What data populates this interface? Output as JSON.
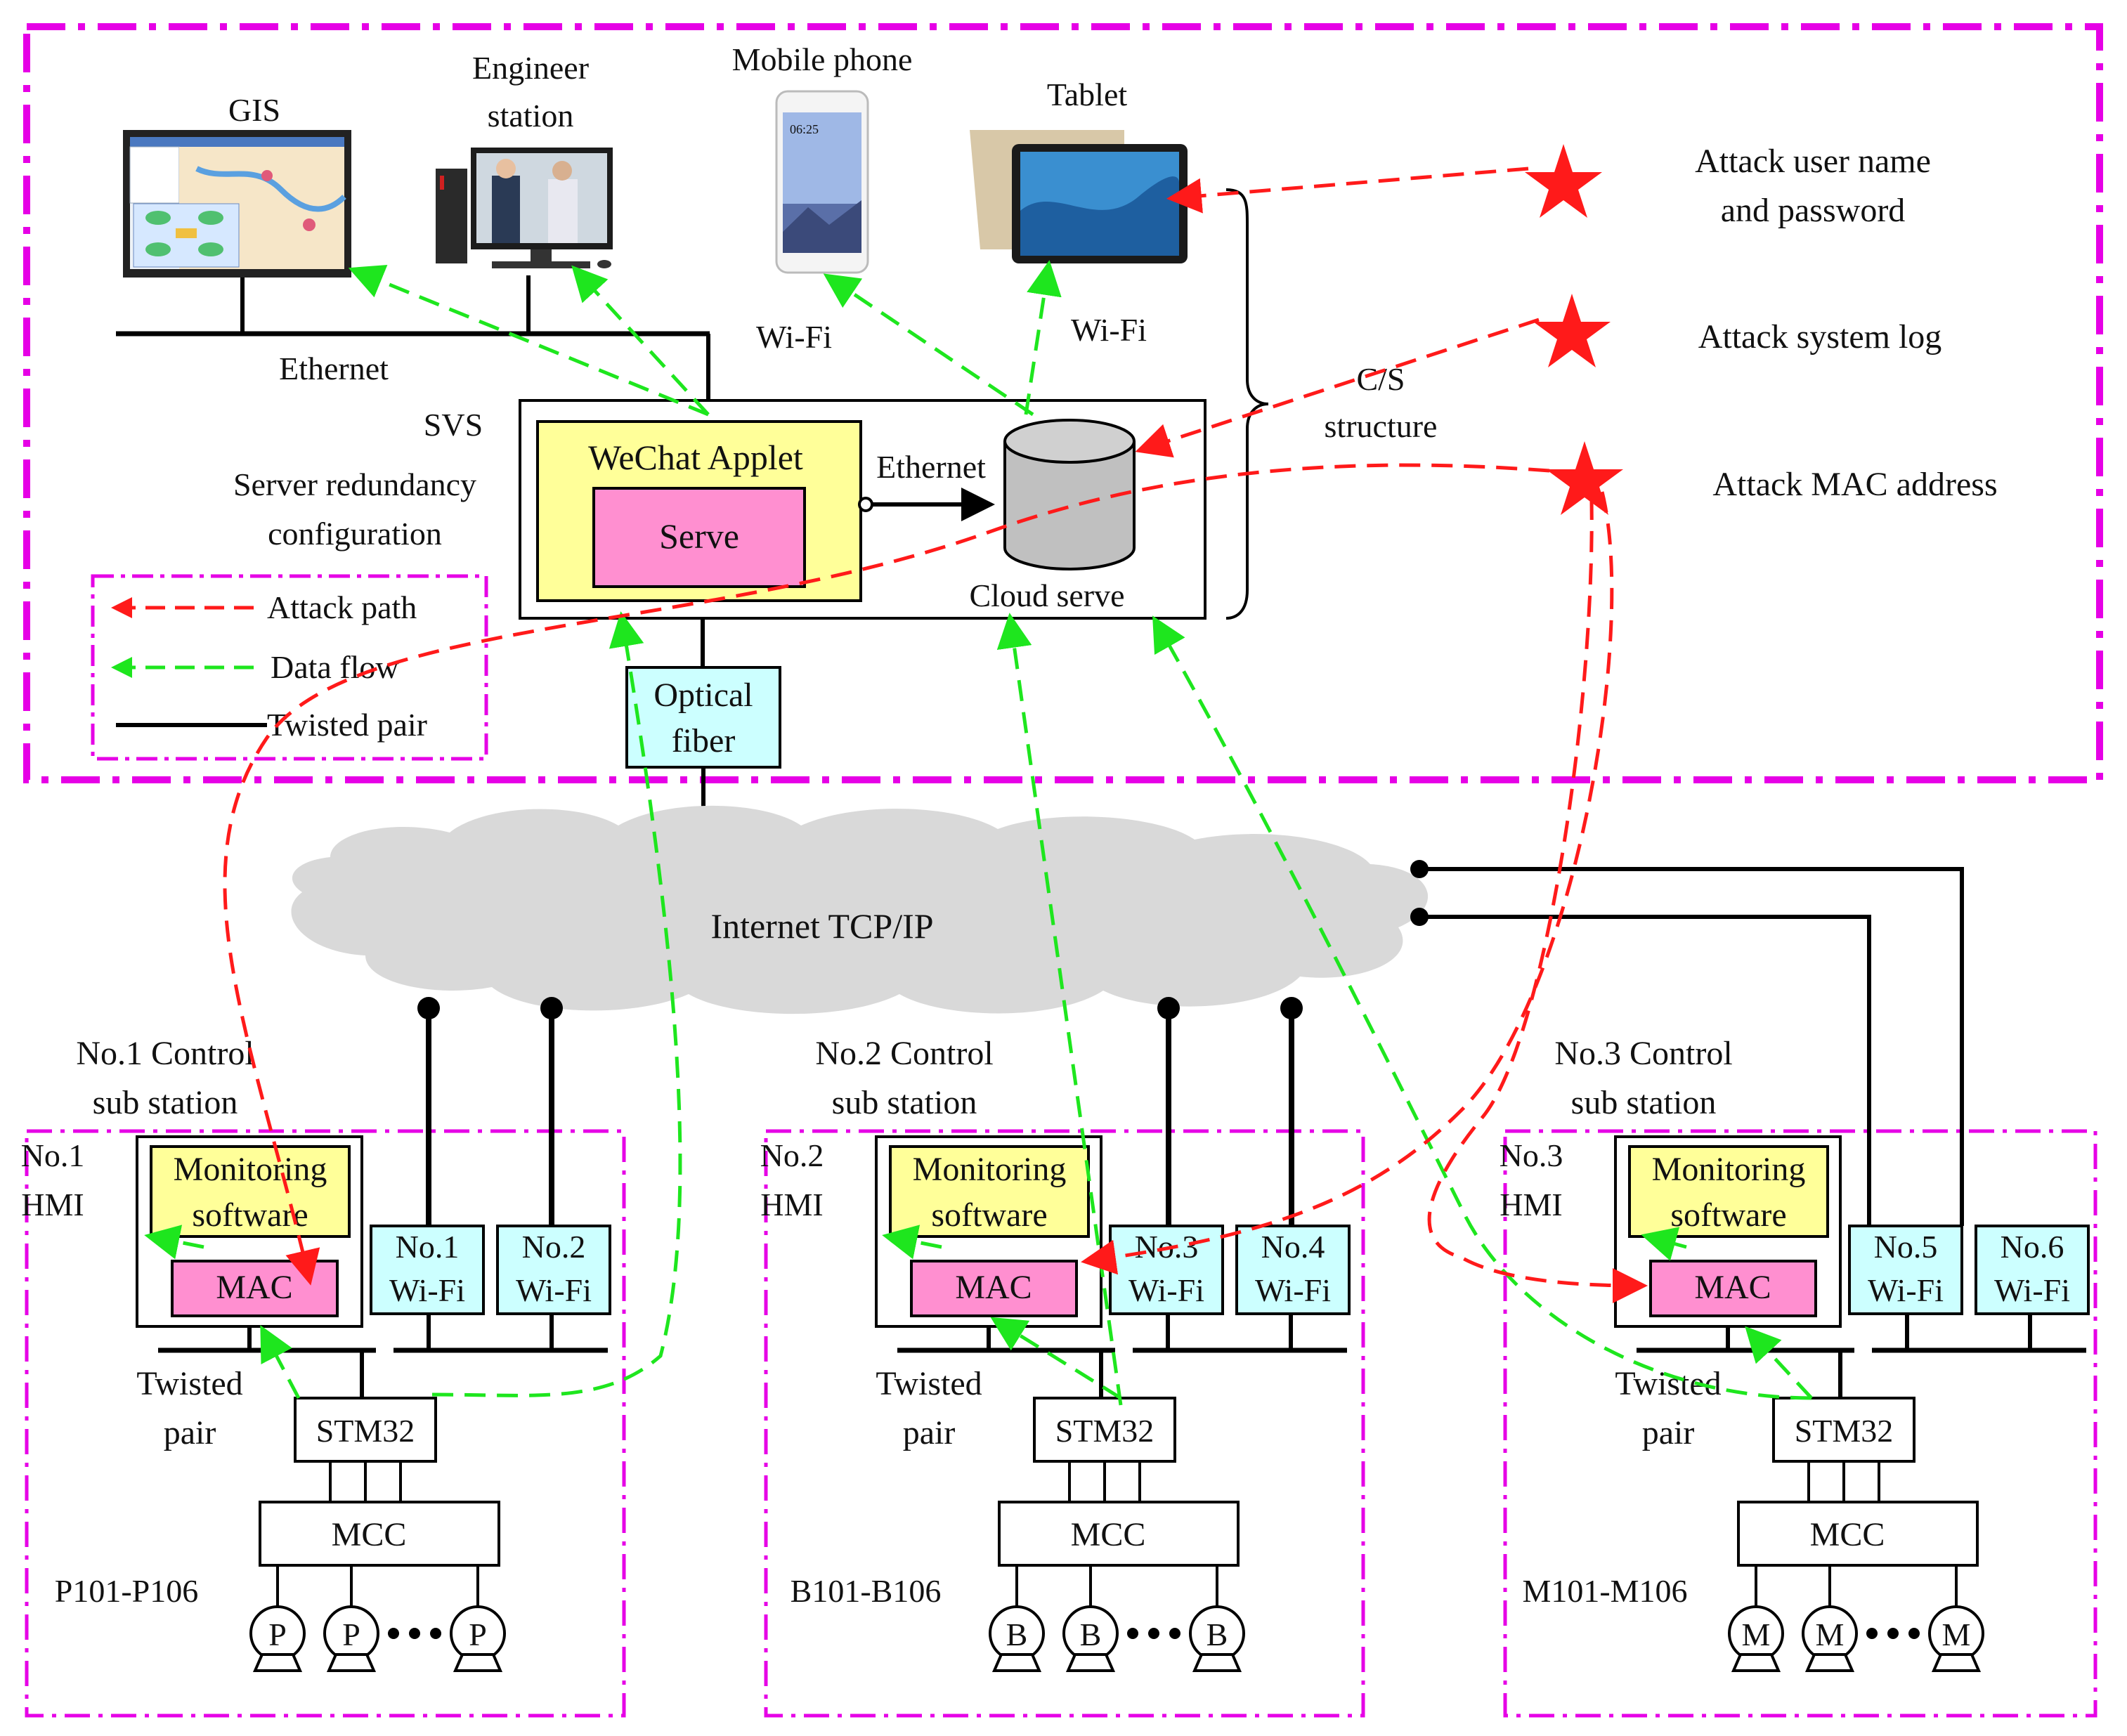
{
  "top": {
    "gis": "GIS",
    "engineer_1": "Engineer",
    "engineer_2": "station",
    "mobile": "Mobile phone",
    "tablet": "Tablet",
    "wifi_left": "Wi-Fi",
    "wifi_right": "Wi-Fi",
    "ethernet_top": "Ethernet",
    "svs": "SVS",
    "redundancy_1": "Server redundancy",
    "redundancy_2": "configuration",
    "wechat": "WeChat Applet",
    "serve": "Serve",
    "ethernet_mid": "Ethernet",
    "cloud": "Cloud serve",
    "cs_1": "C/S",
    "cs_2": "structure",
    "optical_1": "Optical",
    "optical_2": "fiber",
    "internet": "Internet TCP/IP"
  },
  "attacks": {
    "a1_line1": "Attack user name",
    "a1_line2": "and password",
    "a2": "Attack system log",
    "a3": "Attack MAC address"
  },
  "legend": {
    "attack": "Attack path",
    "data": "Data flow",
    "twisted": "Twisted pair"
  },
  "stations": [
    {
      "title_1": "No.1 Control",
      "title_2": "sub station",
      "hmi_1": "No.1",
      "hmi_2": "HMI",
      "monitor_1": "Monitoring",
      "monitor_2": "software",
      "mac": "MAC",
      "wifi_a_1": "No.1",
      "wifi_a_2": "Wi-Fi",
      "wifi_b_1": "No.2",
      "wifi_b_2": "Wi-Fi",
      "tp_1": "Twisted",
      "tp_2": "pair",
      "stm": "STM32",
      "mcc": "MCC",
      "devices": "P101-P106",
      "dev": "P"
    },
    {
      "title_1": "No.2 Control",
      "title_2": "sub station",
      "hmi_1": "No.2",
      "hmi_2": "HMI",
      "monitor_1": "Monitoring",
      "monitor_2": "software",
      "mac": "MAC",
      "wifi_a_1": "No.3",
      "wifi_a_2": "Wi-Fi",
      "wifi_b_1": "No.4",
      "wifi_b_2": "Wi-Fi",
      "tp_1": "Twisted",
      "tp_2": "pair",
      "stm": "STM32",
      "mcc": "MCC",
      "devices": "B101-B106",
      "dev": "B"
    },
    {
      "title_1": "No.3 Control",
      "title_2": "sub station",
      "hmi_1": "No.3",
      "hmi_2": "HMI",
      "monitor_1": "Monitoring",
      "monitor_2": "software",
      "mac": "MAC",
      "wifi_a_1": "No.5",
      "wifi_a_2": "Wi-Fi",
      "wifi_b_1": "No.6",
      "wifi_b_2": "Wi-Fi",
      "tp_1": "Twisted",
      "tp_2": "pair",
      "stm": "STM32",
      "mcc": "MCC",
      "devices": "M101-M106",
      "dev": "M"
    }
  ],
  "colors": {
    "region_border": "#e600e6",
    "attack": "#ff1a1a",
    "dataflow": "#1ee61e",
    "hmi_soft": "#ffff99",
    "mac_fill": "#ff8fd0",
    "wifi_fill": "#ccffff",
    "cloud_fill": "#d9d9d9",
    "cylinder_fill": "#c0c0c0"
  }
}
